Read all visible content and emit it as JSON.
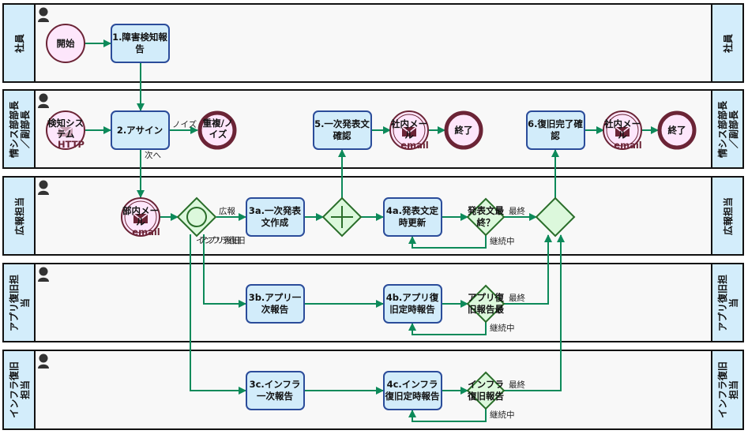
{
  "lanes": [
    {
      "title": "社員",
      "title_lines": [
        "社員"
      ]
    },
    {
      "title": "情シス部部長／副部長",
      "title_lines": [
        "情シス部部長",
        "／副部長"
      ]
    },
    {
      "title": "広報担当",
      "title_lines": [
        "広報担当"
      ]
    },
    {
      "title": "アプリ復旧担当",
      "title_lines": [
        "アプリ復旧担",
        "当"
      ]
    },
    {
      "title": "インフラ復旧担当",
      "title_lines": [
        "インフラ復旧",
        "担当"
      ]
    }
  ],
  "events": {
    "start_employee": {
      "lines": [
        "開始"
      ]
    },
    "start_system": {
      "lines": [
        "検知シス",
        "テム"
      ],
      "sub": "HTTP"
    },
    "end_noise": {
      "lines": [
        "重複/ノ",
        "イズ"
      ]
    },
    "mail_dept": {
      "lines": [
        "部内メー",
        "ル"
      ],
      "sub": "email"
    },
    "mail_company_1": {
      "lines": [
        "社内メー",
        "ル"
      ],
      "sub": "email"
    },
    "end_1": {
      "lines": [
        "終了"
      ]
    },
    "mail_company_2": {
      "lines": [
        "社内メー",
        "ル"
      ],
      "sub": "email"
    },
    "end_2": {
      "lines": [
        "終了"
      ]
    }
  },
  "tasks": {
    "t1": {
      "lines": [
        "1.障害検知報",
        "告"
      ]
    },
    "t2": {
      "lines": [
        "2.アサイン"
      ]
    },
    "t5": {
      "lines": [
        "5.一次発表文",
        "確認"
      ]
    },
    "t6": {
      "lines": [
        "6.復旧完了確",
        "認"
      ]
    },
    "t3a": {
      "lines": [
        "3a.一次発表",
        "文作成"
      ]
    },
    "t4a": {
      "lines": [
        "4a.発表文定",
        "時更新"
      ]
    },
    "t3b": {
      "lines": [
        "3b.アプリ一",
        "次報告"
      ]
    },
    "t4b": {
      "lines": [
        "4b.アプリ復",
        "旧定時報告"
      ]
    },
    "t3c": {
      "lines": [
        "3c.インフラ",
        "一次報告"
      ]
    },
    "t4c": {
      "lines": [
        "4c.インフラ",
        "復旧定時報告"
      ]
    }
  },
  "gateways": {
    "g_inclusive": {
      "type": "inclusive",
      "lines": []
    },
    "g_parallel": {
      "type": "parallel",
      "lines": []
    },
    "g_pr_final": {
      "type": "exclusive",
      "lines": [
        "発表文最",
        "終？"
      ]
    },
    "g_app_final": {
      "type": "exclusive",
      "lines": [
        "アプリ復",
        "旧報告最"
      ]
    },
    "g_infra_final": {
      "type": "exclusive",
      "lines": [
        "インフラ",
        "復旧報告"
      ]
    },
    "g_join": {
      "type": "exclusive",
      "lines": []
    }
  },
  "flow_labels": {
    "noise": "ノイズ",
    "next": "次へ",
    "pr": "広報",
    "infra": "インフラ復旧",
    "app": "アプリ復旧",
    "final_a": "最終",
    "continue_a": "継続中",
    "final_b": "最終",
    "continue_b": "継続中",
    "final_c": "最終",
    "continue_c": "継続中"
  },
  "colors": {
    "flow": "#0d8a5a",
    "task_fill": "#d2ecfa",
    "task_stroke": "#2b4c9a",
    "event_fill": "#fde6fb",
    "event_stroke": "#6b2436",
    "gateway_fill": "#dcf8dc",
    "gateway_stroke": "#2a6e2a",
    "lane_header": "#d3edfb"
  }
}
